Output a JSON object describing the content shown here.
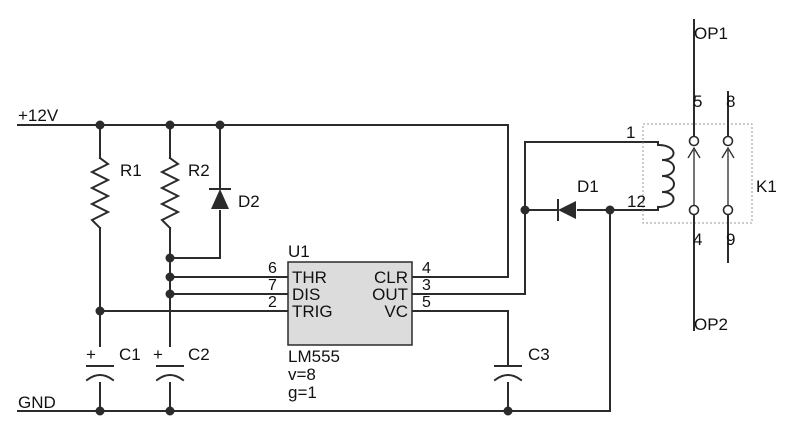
{
  "nets": {
    "vcc": "+12V",
    "gnd": "GND"
  },
  "components": {
    "r1": "R1",
    "r2": "R2",
    "d2": "D2",
    "c1": "C1",
    "c2": "C2",
    "c3": "C3",
    "d1": "D1",
    "k1": "K1",
    "u1": {
      "ref": "U1",
      "part": "LM555",
      "param_v": "v=8",
      "param_g": "g=1",
      "pins_left": [
        {
          "number": "6",
          "name": "THR"
        },
        {
          "number": "7",
          "name": "DIS"
        },
        {
          "number": "2",
          "name": "TRIG"
        }
      ],
      "pins_right": [
        {
          "number": "4",
          "name": "CLR"
        },
        {
          "number": "3",
          "name": "OUT"
        },
        {
          "number": "5",
          "name": "VC"
        }
      ]
    }
  },
  "polarity": {
    "c1_plus": "+",
    "c2_plus": "+"
  },
  "relay": {
    "coil_pin_top": "1",
    "coil_pin_bottom": "12",
    "pin5": "5",
    "pin8": "8",
    "pin4": "4",
    "pin9": "9",
    "op1": "OP1",
    "op2": "OP2"
  }
}
